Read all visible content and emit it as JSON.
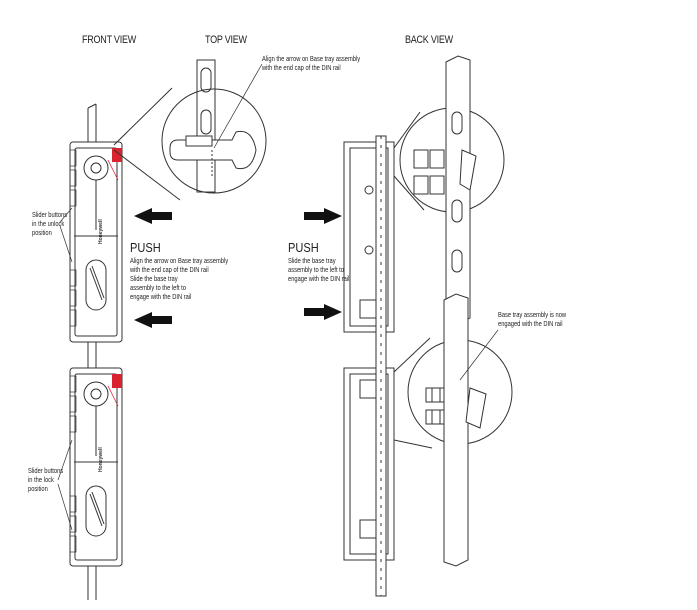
{
  "views": {
    "front": "FRONT VIEW",
    "top": "TOP VIEW",
    "back": "BACK VIEW"
  },
  "notes": {
    "top_align": [
      "Align the arrow on Base tray assembly",
      "with the end cap of the DIN rail"
    ],
    "slider_unlock": [
      "Slider buttons",
      "in the unlock",
      "position"
    ],
    "slider_lock": [
      "Slider buttons",
      "in the lock",
      "position"
    ],
    "push_left": {
      "title": "PUSH",
      "lines": [
        "Align the arrow on Base tray assembly",
        "with the end cap of the DIN rail",
        "Slide the base tray",
        "assembly to the left to",
        "engage with the DIN rail"
      ]
    },
    "push_right": {
      "title": "PUSH",
      "lines": [
        "Slide the base tray",
        "assembly to the left to",
        "engage with the DIN rail"
      ]
    },
    "engaged": [
      "Base tray assembly is now",
      "engaged with the DIN rail"
    ]
  },
  "brand": "Honeywell",
  "colors": {
    "line": "#333333",
    "accent": "#d9232e",
    "arrow": "#111111"
  }
}
